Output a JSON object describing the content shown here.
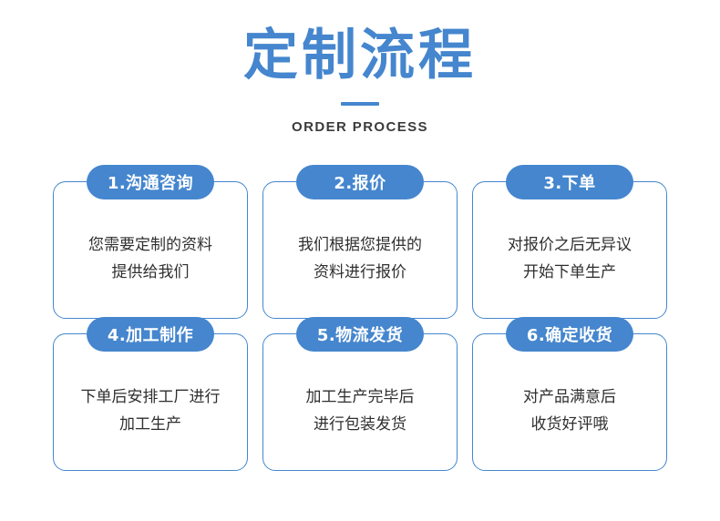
{
  "header": {
    "title": "定制流程",
    "subtitle": "ORDER PROCESS",
    "title_color": "#4586ce",
    "subtitle_color": "#3b3b3b",
    "divider_color": "#4586ce"
  },
  "theme": {
    "accent": "#4586ce",
    "card_border": "#4586ce",
    "card_background": "#ffffff",
    "body_text": "#2f2f2f",
    "badge_text": "#ffffff",
    "page_background": "#ffffff"
  },
  "steps": [
    {
      "badge": "1.沟通咨询",
      "body": "您需要定制的资料\n提供给我们"
    },
    {
      "badge": "2.报价",
      "body": "我们根据您提供的\n资料进行报价"
    },
    {
      "badge": "3.下单",
      "body": "对报价之后无异议\n开始下单生产"
    },
    {
      "badge": "4.加工制作",
      "body": "下单后安排工厂进行\n加工生产"
    },
    {
      "badge": "5.物流发货",
      "body": "加工生产完毕后\n进行包装发货"
    },
    {
      "badge": "6.确定收货",
      "body": "对产品满意后\n收货好评哦"
    }
  ]
}
